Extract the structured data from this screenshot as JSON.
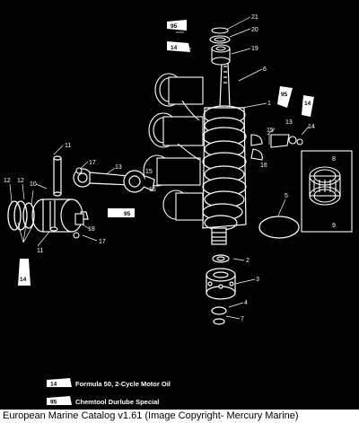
{
  "callouts": [
    "1",
    "2",
    "3",
    "4",
    "5",
    "6",
    "7",
    "8",
    "9",
    "10",
    "11",
    "12",
    "13",
    "14",
    "15",
    "16",
    "17",
    "18",
    "19",
    "20",
    "21"
  ],
  "tube_labels": {
    "formula50": "14",
    "durlube": "95"
  },
  "legend": [
    {
      "code": "14",
      "text": "Formula 50, 2-Cycle Motor Oil"
    },
    {
      "code": "95",
      "text": "Chemtool Durlube Special"
    }
  ],
  "caption": "European Marine Catalog v1.61 (Image Copyright- Mercury Marine)"
}
